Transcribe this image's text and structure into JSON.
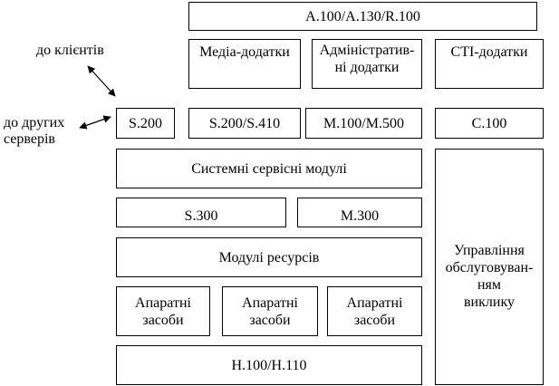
{
  "blocks": {
    "top": "A.100/A.130/R.100",
    "media_apps": "Медіа-додатки",
    "admin_apps": "Адміністратив-\nні додатки",
    "cti_apps": "СТІ-додатки",
    "s200": "S.200",
    "s200_s410": "S.200/S.410",
    "m100_m500": "M.100/M.500",
    "c100": "C.100",
    "system_services": "Системні сервісні модулі",
    "s300": "S.300",
    "m300": "M.300",
    "resource_modules": "Модулі ресурсів",
    "hardware_1": "Апаратні\nзасоби",
    "hardware_2": "Апаратні\nзасоби",
    "hardware_3": "Апаратні\nзасоби",
    "h100_h110": "H.100/H.110",
    "call_control": "Управління\nобслуговуван-\nням\nвиклику"
  },
  "labels": {
    "to_clients": "до клієнтів",
    "to_other_servers": "до других\nсерверів"
  }
}
